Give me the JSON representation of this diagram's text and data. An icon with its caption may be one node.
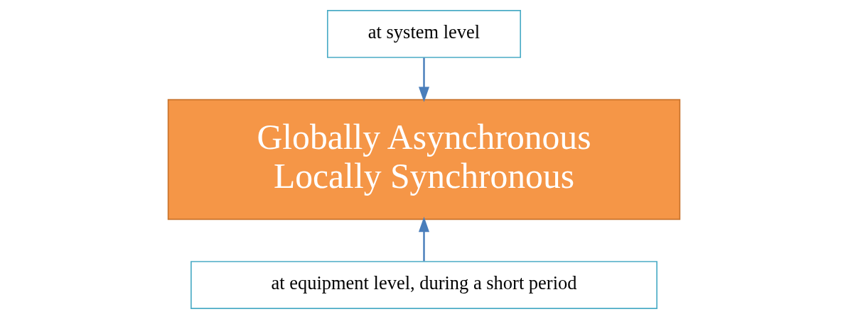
{
  "diagram": {
    "nodes": [
      {
        "text": [
          "Globally Asynchronous Locally Synchronous"
        ]
      },
      {
        "text": [
          "at system level"
        ]
      },
      {
        "text": [
          "at equipment level, during a short period"
        ]
      }
    ],
    "edges": [
      {
        "from": 1,
        "to": 0,
        "arrow": "to"
      },
      {
        "from": 2,
        "to": 0,
        "arrow": "to"
      }
    ]
  }
}
